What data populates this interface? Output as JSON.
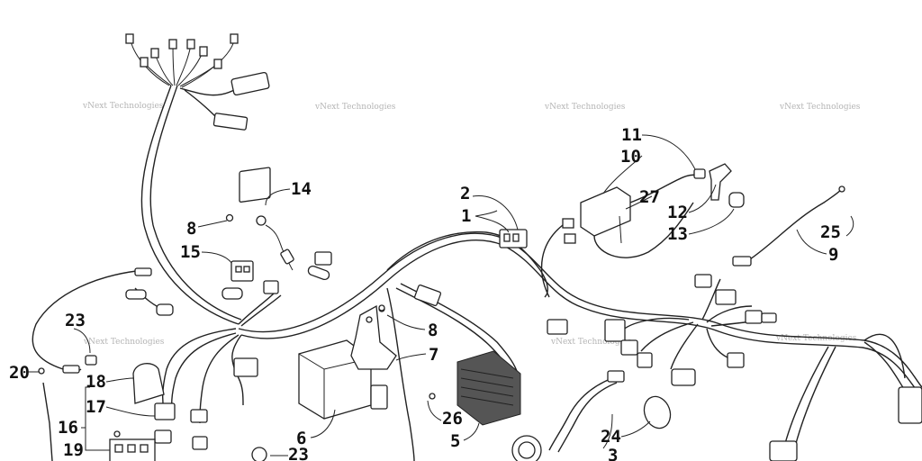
{
  "watermark": {
    "text": "vNext Technologies"
  },
  "callouts": {
    "n1": "1",
    "n2": "2",
    "n3": "3",
    "n5": "5",
    "n6": "6",
    "n7": "7",
    "n8a": "8",
    "n8b": "8",
    "n9": "9",
    "n10": "10",
    "n11": "11",
    "n12": "12",
    "n13": "13",
    "n14": "14",
    "n15": "15",
    "n16": "16",
    "n17": "17",
    "n18": "18",
    "n19": "19",
    "n20": "20",
    "n23a": "23",
    "n23b": "23",
    "n24": "24",
    "n25": "25",
    "n26": "26",
    "n27": "27"
  }
}
